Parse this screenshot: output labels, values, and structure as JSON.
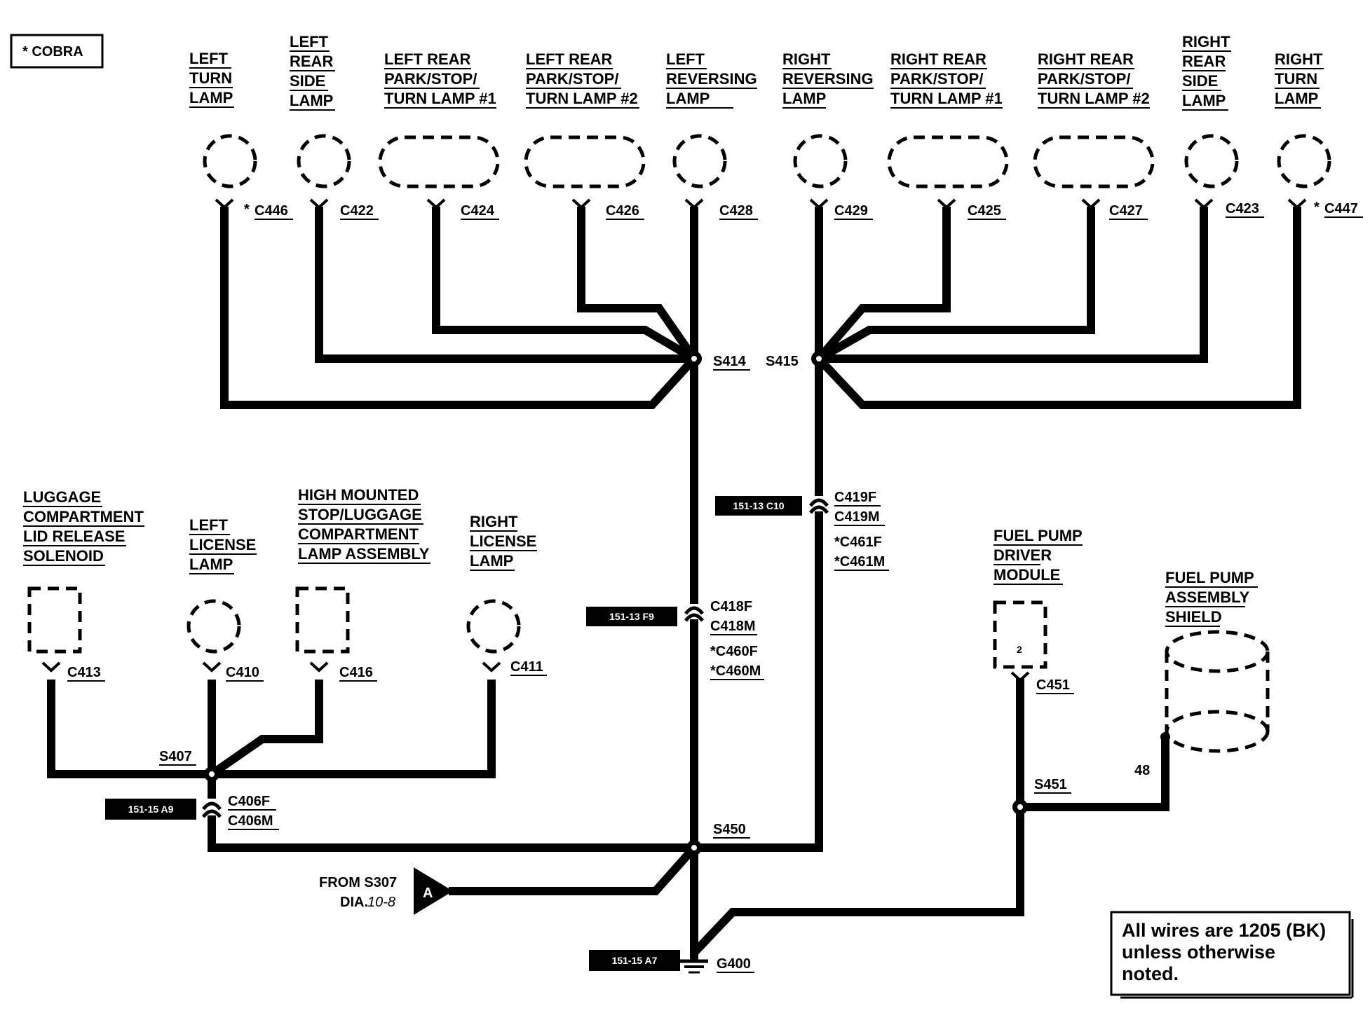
{
  "legend_box": "* COBRA",
  "components": {
    "left_turn_lamp": [
      "LEFT",
      "TURN",
      "LAMP"
    ],
    "left_rear_side_lamp": [
      "LEFT",
      "REAR",
      "SIDE",
      "LAMP"
    ],
    "left_rear_park_1": [
      "LEFT REAR",
      "PARK/STOP/",
      "TURN LAMP #1"
    ],
    "left_rear_park_2": [
      "LEFT REAR",
      "PARK/STOP/",
      "TURN LAMP #2"
    ],
    "left_reversing_lamp": [
      "LEFT",
      "REVERSING",
      "LAMP"
    ],
    "right_reversing_lamp": [
      "RIGHT",
      "REVERSING",
      "LAMP"
    ],
    "right_rear_park_1": [
      "RIGHT REAR",
      "PARK/STOP/",
      "TURN LAMP #1"
    ],
    "right_rear_park_2": [
      "RIGHT REAR",
      "PARK/STOP/",
      "TURN LAMP #2"
    ],
    "right_rear_side_lamp": [
      "RIGHT",
      "REAR",
      "SIDE",
      "LAMP"
    ],
    "right_turn_lamp": [
      "RIGHT",
      "TURN",
      "LAMP"
    ],
    "luggage_solenoid": [
      "LUGGAGE",
      "COMPARTMENT",
      "LID RELEASE",
      "SOLENOID"
    ],
    "left_license_lamp": [
      "LEFT",
      "LICENSE",
      "LAMP"
    ],
    "high_mounted_lamp": [
      "HIGH MOUNTED",
      "STOP/LUGGAGE",
      "COMPARTMENT",
      "LAMP ASSEMBLY"
    ],
    "right_license_lamp": [
      "RIGHT",
      "LICENSE",
      "LAMP"
    ],
    "fuel_pump_driver": [
      "FUEL PUMP",
      "DRIVER",
      "MODULE"
    ],
    "fuel_pump_shield": [
      "FUEL PUMP",
      "ASSEMBLY",
      "SHIELD"
    ]
  },
  "connectors": {
    "c446": "C446",
    "c422": "C422",
    "c424": "C424",
    "c426": "C426",
    "c428": "C428",
    "c429": "C429",
    "c425": "C425",
    "c427": "C427",
    "c423": "C423",
    "c447": "C447",
    "c413": "C413",
    "c410": "C410",
    "c416": "C416",
    "c411": "C411",
    "c451": "C451",
    "c418": [
      "C418F",
      "C418M",
      "*C460F",
      "*C460M"
    ],
    "c419": [
      "C419F",
      "C419M",
      "*C461F",
      "*C461M"
    ],
    "c406": [
      "C406F",
      "C406M"
    ],
    "cobra_mark": "*"
  },
  "splices": {
    "s414": "S414",
    "s415": "S415",
    "s407": "S407",
    "s450": "S450",
    "s451": "S451"
  },
  "ground": "G400",
  "page_refs": {
    "c419": "151-13 C10",
    "c418": "151-13 F9",
    "c406": "151-15 A9",
    "g400": "151-15 A7"
  },
  "from_ref": {
    "line1": "FROM S307",
    "dia": "DIA.",
    "dia_num": "10-8",
    "letter": "A"
  },
  "pin_module": "2",
  "wire_48": "48",
  "note": [
    "All wires are 1205 (BK)",
    "unless otherwise",
    "noted."
  ]
}
